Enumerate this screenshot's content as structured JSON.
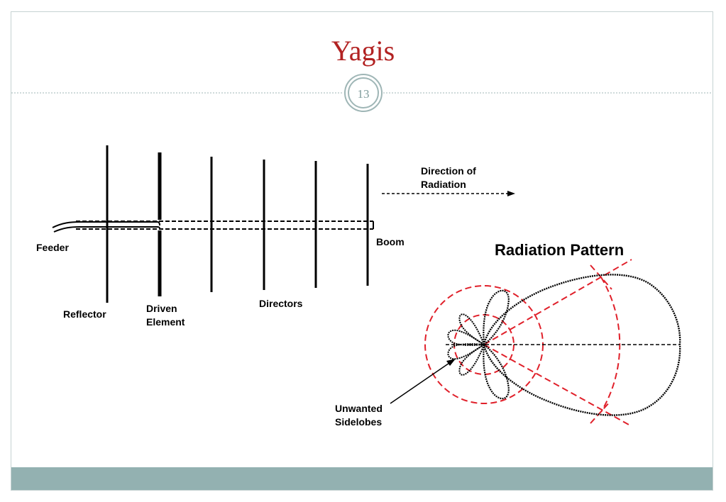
{
  "slide": {
    "title": "Yagis",
    "page_number": "13"
  },
  "labels": {
    "feeder": "Feeder",
    "reflector": "Reflector",
    "driven_line1": "Driven",
    "driven_line2": "Element",
    "directors": "Directors",
    "boom": "Boom",
    "direction_line1": "Direction of",
    "direction_line2": "Radiation",
    "pattern_title": "Radiation Pattern",
    "sidelobes_line1": "Unwanted",
    "sidelobes_line2": "Sidelobes"
  },
  "colors": {
    "title": "#b22222",
    "frame": "#c6d2d2",
    "footer": "#93b1b1",
    "divider": "#9fb6b6",
    "ink": "#000000",
    "guide": "#e0202a"
  }
}
